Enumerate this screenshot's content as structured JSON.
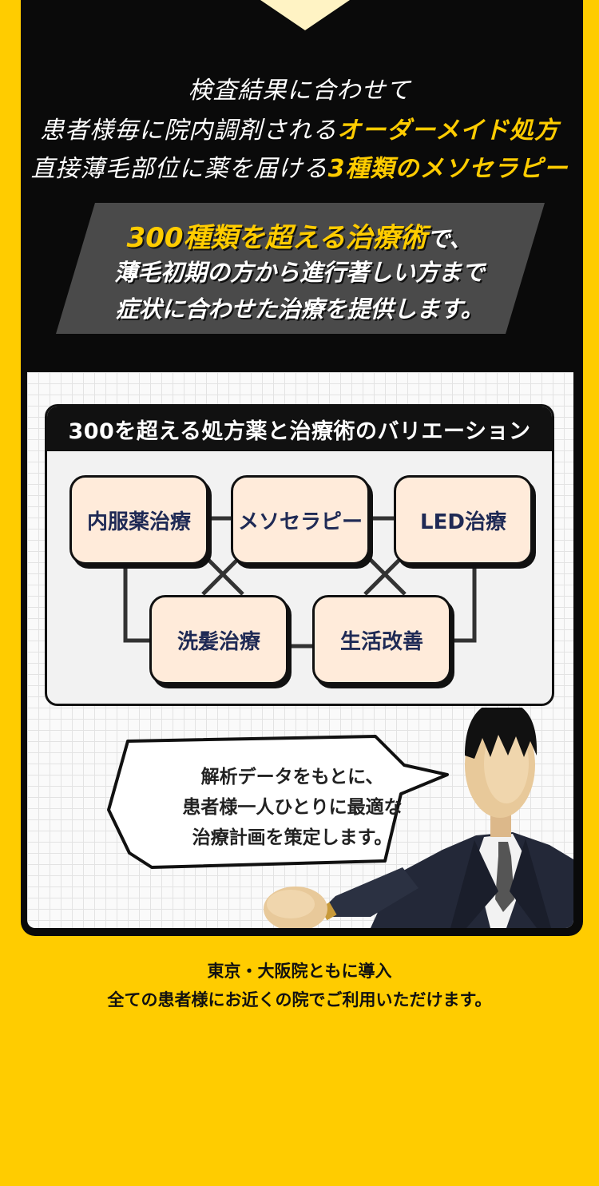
{
  "intro": {
    "line1": "検査結果に合わせて",
    "line2_prefix": "患者様毎に院内調剤される",
    "line2_highlight": "オーダーメイド処方",
    "line3_prefix": "直接薄毛部位に薬を届ける",
    "line3_highlight": "3種類のメソセラピー"
  },
  "banner": {
    "highlight": "300種類を超える治療術",
    "line1_suffix": "で、",
    "line2": "薄毛初期の方から進行著しい方まで",
    "line3": "症状に合わせた治療を提供します。"
  },
  "variations": {
    "title": "300を超える処方薬と治療術のバリエーション",
    "treatments": [
      "内服薬治療",
      "メソセラピー",
      "LED治療",
      "洗髪治療",
      "生活改善"
    ]
  },
  "speech": {
    "lines": [
      "解析データをもとに、",
      "患者様一人ひとりに最適な",
      "治療計画を策定します。"
    ]
  },
  "footer": {
    "line1": "東京・大阪院ともに導入",
    "line2": "全ての患者様にお近くの院でご利用いただけます。"
  },
  "colors": {
    "brand_yellow": "#FFCC00",
    "panel_black": "#0a0a0a",
    "node_fill": "#FFEBDA",
    "node_text": "#1f2a55"
  }
}
